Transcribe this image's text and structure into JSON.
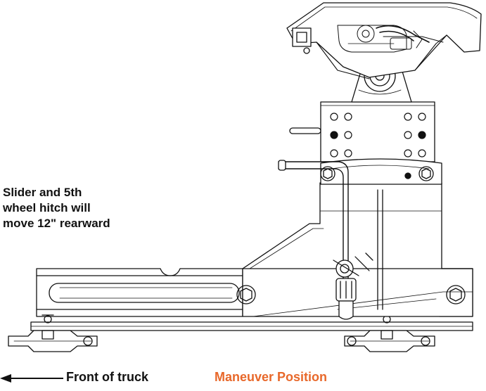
{
  "annotation": {
    "lines": [
      "Slider and 5th",
      "wheel hitch will",
      "move 12\" rearward"
    ]
  },
  "direction": {
    "label": "Front of truck"
  },
  "position": {
    "label": "Maneuver Position",
    "color": "#e8682a"
  },
  "icons": {
    "direction_arrow": "left-arrow-icon"
  }
}
